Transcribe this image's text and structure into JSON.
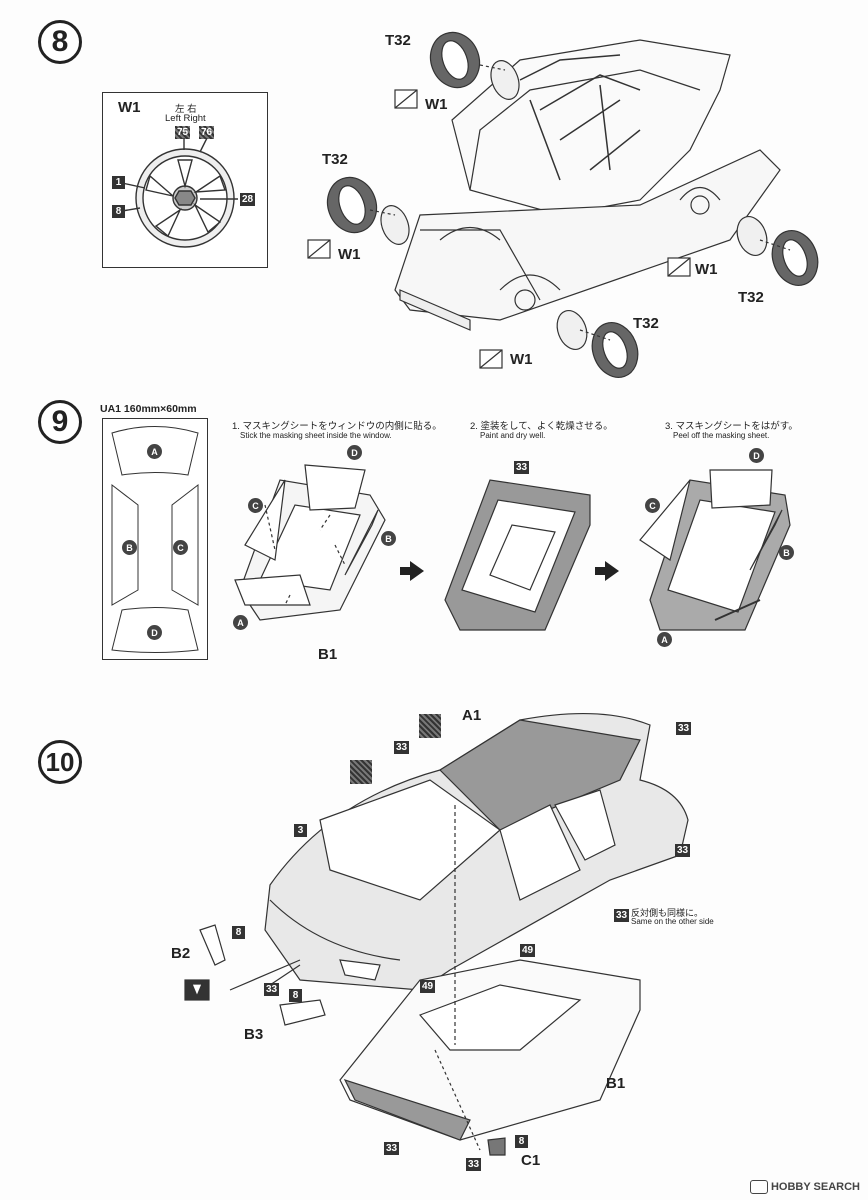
{
  "steps": {
    "s8": "8",
    "s9": "9",
    "s10": "10"
  },
  "step8": {
    "wheel_box_title": "W1",
    "left_right_jp": "左 右",
    "left_right_en": "Left Right",
    "decal_75": "75",
    "decal_76": "76",
    "decal_1": "1",
    "decal_8": "8",
    "decal_28": "28",
    "tire_label": "T32",
    "wheel_label": "W1"
  },
  "step9": {
    "mask_sheet_title": "UA1 160mm×60mm",
    "mask_a": "A",
    "mask_b": "B",
    "mask_c": "C",
    "mask_d": "D",
    "inst1_jp": "1. マスキングシートをウィンドウの内側に貼る。",
    "inst1_en": "Stick the masking sheet inside the window.",
    "inst2_jp": "2. 塗装をして、よく乾燥させる。",
    "inst2_en": "Paint and dry well.",
    "inst3_jp": "3. マスキングシートをはがす。",
    "inst3_en": "Peel off the masking sheet.",
    "part_b1": "B1",
    "decal_33": "33"
  },
  "step10": {
    "part_a1": "A1",
    "part_b1": "B1",
    "part_b2": "B2",
    "part_b3": "B3",
    "part_c1": "C1",
    "decal_3": "3",
    "decal_8": "8",
    "decal_33": "33",
    "decal_49": "49",
    "note_jp": "反対側も同様に。",
    "note_en": "Same on the other side"
  },
  "footer": {
    "brand": "HOBBY SEARCH"
  }
}
